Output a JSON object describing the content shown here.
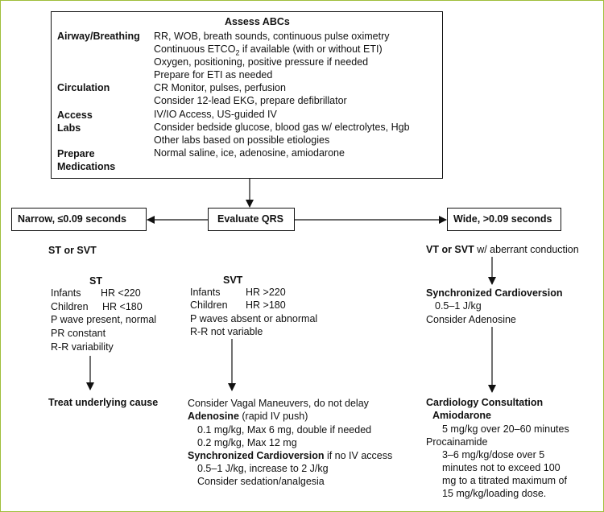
{
  "assess": {
    "title": "Assess ABCs",
    "rows": [
      {
        "label": "Airway/Breathing",
        "lines": [
          "RR, WOB, breath sounds, continuous pulse oximetry"
        ]
      },
      {
        "label": "",
        "lines": [
          "Continuous ETCO",
          "2",
          " if available (with or without ETI)"
        ]
      },
      {
        "label": "",
        "lines": [
          "Oxygen, positioning, positive pressure if needed"
        ]
      },
      {
        "label": "",
        "lines": [
          "Prepare for ETI as needed"
        ]
      },
      {
        "label": "Circulation",
        "lines": [
          "CR Monitor, pulses, perfusion"
        ]
      },
      {
        "label": "",
        "lines": [
          "Consider 12-lead EKG, prepare defibrillator"
        ]
      },
      {
        "label": "Access",
        "lines": [
          "IV/IO Access, US-guided IV"
        ]
      },
      {
        "label": "Labs",
        "lines": [
          "Consider bedside glucose, blood gas w/ electrolytes, Hgb"
        ]
      },
      {
        "label": "",
        "lines": [
          "Other labs based on possible etiologies"
        ]
      },
      {
        "label": "Prepare",
        "lines": [
          "Normal saline, ice, adenosine, amiodarone"
        ]
      },
      {
        "label": "Medications",
        "lines": [
          ""
        ]
      }
    ]
  },
  "qrs": {
    "evaluate": "Evaluate QRS",
    "narrow": "Narrow, ≤0.09 seconds",
    "wide": "Wide, >0.09 seconds"
  },
  "narrow": {
    "heading": "ST or SVT",
    "st": {
      "title": "ST",
      "infants_label": "Infants",
      "infants_value": "HR <220",
      "children_label": "Children",
      "children_value": "HR <180",
      "lines": [
        "P wave present, normal",
        "PR constant",
        "R-R variability"
      ]
    },
    "svt": {
      "title": "SVT",
      "infants_label": "Infants",
      "infants_value": "HR >220",
      "children_label": "Children",
      "children_value": "HR >180",
      "lines": [
        "P waves absent or abnormal",
        "R-R not variable"
      ]
    },
    "treat": "Treat underlying cause",
    "svt_mgmt": {
      "line1": "Consider Vagal Maneuvers, do not delay",
      "adenosine": "Adenosine",
      "adenosine_note": " (rapid IV push)",
      "dose1": "0.1 mg/kg, Max 6 mg, double if needed",
      "dose2": "0.2 mg/kg, Max 12 mg",
      "sync": "Synchronized Cardioversion",
      "sync_note": " if no IV access",
      "sync1": "0.5–1 J/kg, increase to 2 J/kg",
      "sync2": "Consider sedation/analgesia"
    }
  },
  "wide": {
    "heading_bold": "VT or SVT",
    "heading_rest": " w/ aberrant  conduction",
    "sync_title": "Synchronized Cardioversion",
    "sync1": "0.5–1 J/kg",
    "sync2": "Consider Adenosine",
    "consult": "Cardiology Consultation",
    "amiodarone": "Amiodarone",
    "amio_dose": "5 mg/kg over 20–60 minutes",
    "procainamide": "Procainamide",
    "proc_lines": [
      "3–6 mg/kg/dose over 5",
      "minutes not to exceed 100",
      "mg to a titrated maximum of",
      "15 mg/kg/loading dose."
    ]
  }
}
